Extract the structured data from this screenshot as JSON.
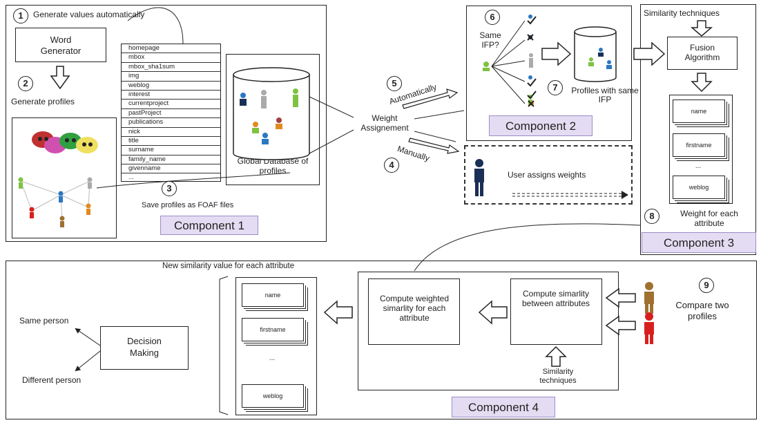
{
  "numbers": {
    "n1": "1",
    "n2": "2",
    "n3": "3",
    "n4": "4",
    "n5": "5",
    "n6": "6",
    "n7": "7",
    "n8": "8",
    "n9": "9"
  },
  "component1": {
    "generate_values": "Generate values automatically",
    "word_generator": "Word Generator",
    "generate_profiles": "Generate profiles",
    "attributes": [
      "homepage",
      "mbox",
      "mbox_sha1sum",
      "img",
      "weblog",
      "interest",
      "currentproject",
      "pastProject",
      "publications",
      "nick",
      "title",
      "surname",
      "family_name",
      "givenname",
      "..."
    ],
    "global_database": "Global Database of profiles",
    "save_profiles": "Save profiles as FOAF files",
    "label": "Component 1"
  },
  "weighting": {
    "weight_assignment": "Weight Assignement",
    "automatically": "Automatically",
    "manually": "Manually"
  },
  "component2": {
    "same_ifp": "Same IFP?",
    "profiles_same_ifp": "Profiles with same IFP",
    "label": "Component 2",
    "user_assigns_weights": "User assigns weights"
  },
  "component3": {
    "similarity_techniques": "Similarity techniques",
    "fusion_algorithm": "Fusion Algorithm",
    "cards": [
      "name",
      "firstname",
      "...",
      "weblog"
    ],
    "weight_each_attribute": "Weight for each attribute",
    "label": "Component 3"
  },
  "component4": {
    "new_similarity_value": "New similarity value for each attribute",
    "cards": [
      "name",
      "firstname",
      "...",
      "weblog"
    ],
    "compute_weighted": "Compute weighted simarlity for each attribute",
    "compute_similarity": "Compute simarlity between attributes",
    "similarity_techniques": "Similarity techniques",
    "compare_two_profiles": "Compare two profiles",
    "decision_making": "Decision Making",
    "same_person": "Same person",
    "different_person": "Different person",
    "label": "Component 4"
  },
  "colors": {
    "component_label_bg": "#e4dcf2",
    "person_blue": "#2a78c2",
    "person_green": "#7fc241",
    "person_red": "#d81f1f",
    "person_brown": "#a07030",
    "person_navy": "#1a2f55"
  }
}
